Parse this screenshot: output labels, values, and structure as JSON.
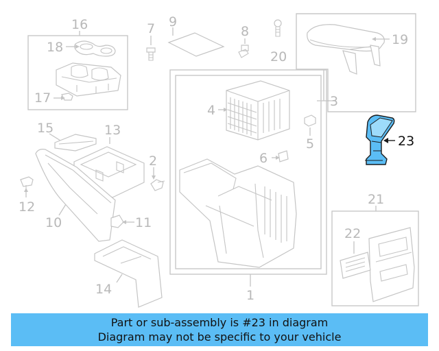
{
  "diagram": {
    "callouts": [
      {
        "id": "c1",
        "label": "1"
      },
      {
        "id": "c2",
        "label": "2"
      },
      {
        "id": "c3",
        "label": "3"
      },
      {
        "id": "c4",
        "label": "4"
      },
      {
        "id": "c5",
        "label": "5"
      },
      {
        "id": "c6",
        "label": "6"
      },
      {
        "id": "c7",
        "label": "7"
      },
      {
        "id": "c8",
        "label": "8"
      },
      {
        "id": "c9",
        "label": "9"
      },
      {
        "id": "c10",
        "label": "10"
      },
      {
        "id": "c11",
        "label": "11"
      },
      {
        "id": "c12",
        "label": "12"
      },
      {
        "id": "c13",
        "label": "13"
      },
      {
        "id": "c14",
        "label": "14"
      },
      {
        "id": "c15",
        "label": "15"
      },
      {
        "id": "c16",
        "label": "16"
      },
      {
        "id": "c17",
        "label": "17"
      },
      {
        "id": "c18",
        "label": "18"
      },
      {
        "id": "c19",
        "label": "19"
      },
      {
        "id": "c20",
        "label": "20"
      },
      {
        "id": "c21",
        "label": "21"
      },
      {
        "id": "c22",
        "label": "22"
      },
      {
        "id": "c23",
        "label": "23"
      }
    ],
    "highlighted_part": "23",
    "highlight_color": "#5bbdf5",
    "line_color": "#c4c4c4"
  },
  "banner": {
    "line1": "Part or sub-assembly is #23 in diagram",
    "line2": "Diagram may not be specific to your vehicle",
    "background": "#5bbdf5"
  }
}
